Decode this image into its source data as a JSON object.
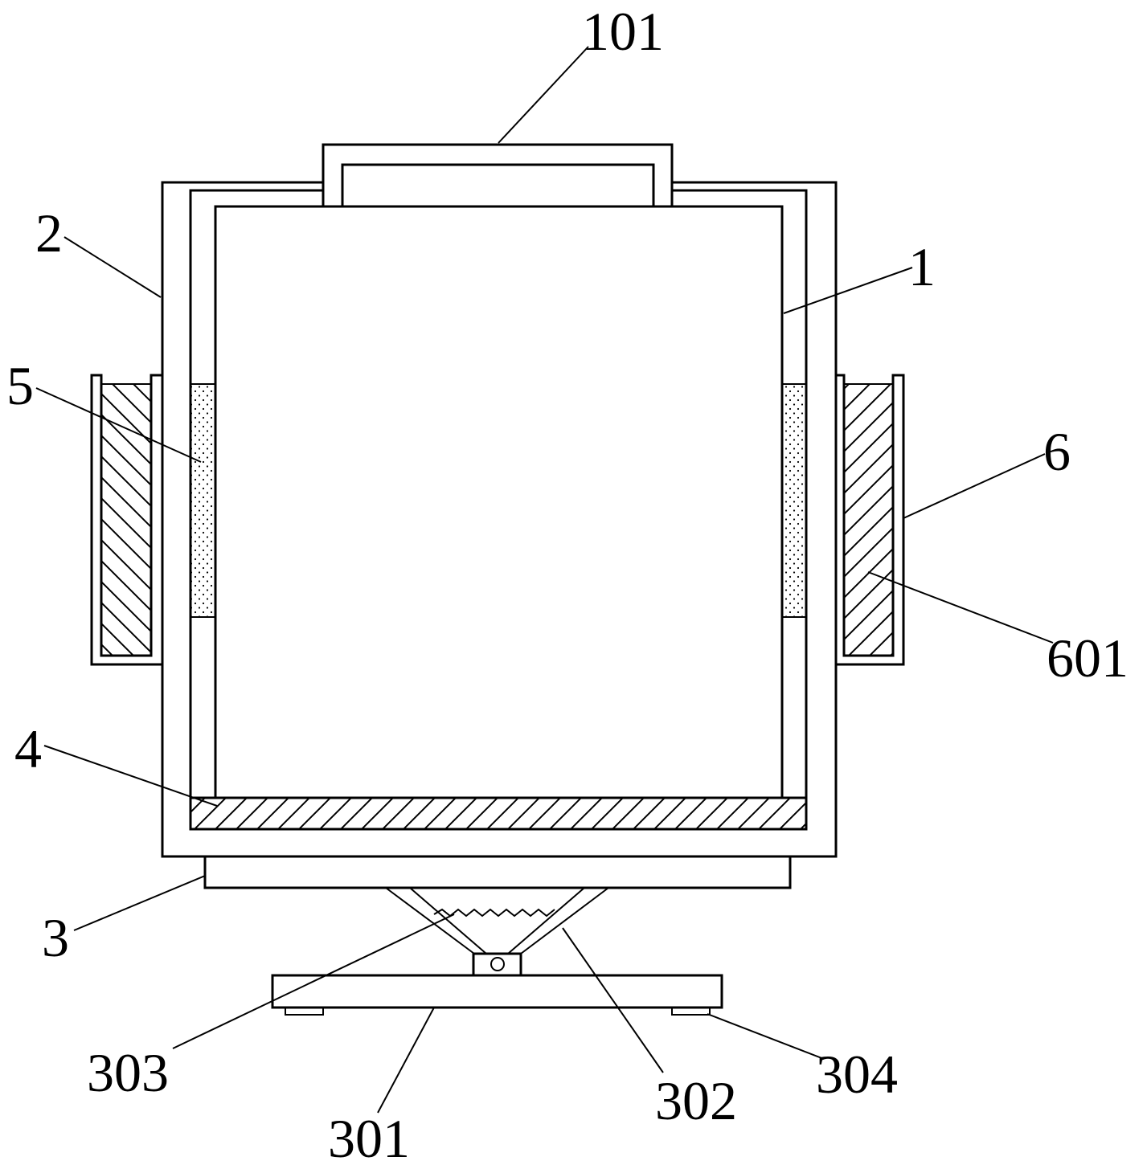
{
  "labels": {
    "l101": "101",
    "l1": "1",
    "l2": "2",
    "l5": "5",
    "l6": "6",
    "l601": "601",
    "l4": "4",
    "l3": "3",
    "l303": "303",
    "l301": "301",
    "l302": "302",
    "l304": "304"
  }
}
